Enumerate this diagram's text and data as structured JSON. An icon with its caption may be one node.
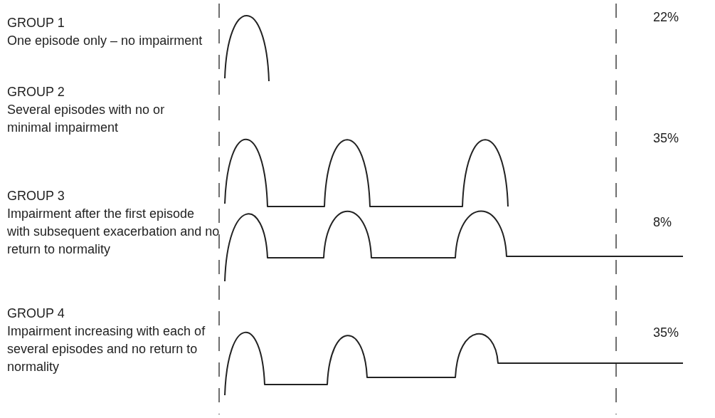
{
  "diagram": {
    "labels": [
      "GROUP 1",
      "One episode only – no impairment",
      "22%",
      "GROUP 2",
      "Several episodes with no or minimal impairment",
      "35%",
      "GROUP 3",
      "Impairment after the first episode with subsequent exacerbation and no return to normality",
      "8%",
      "GROUP 4",
      "Impairment increasing with each of several episodes and no return to normality",
      "35%"
    ]
  }
}
